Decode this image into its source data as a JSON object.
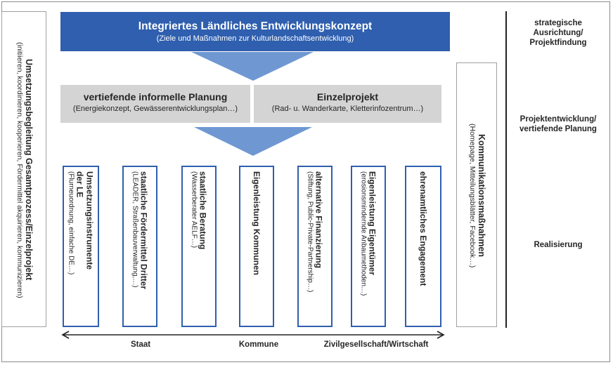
{
  "top": {
    "title": "Integriertes Ländliches Entwicklungskonzept",
    "subtitle": "(Ziele und Maßnahmen zur Kulturlandschaftsentwicklung)"
  },
  "middle": {
    "left_title": "vertiefende informelle Planung",
    "left_sub": "(Energiekonzept, Gewässerentwicklungsplan…)",
    "right_title": "Einzelprojekt",
    "right_sub": "(Rad- u. Wanderkarte, Kletterinfozentrum…)"
  },
  "left_side": {
    "title": "Umsetzungsbegleitung Gesamtprozess/Einzelprojekt",
    "sub": "(initiieren, koordinieren, kooperieren, Fördermittel akquirieren, kommunizieren)"
  },
  "right_side": {
    "title": "Kommunikationsmaßnahmen",
    "sub": "(Homepage, Mitteilungsblätter, Facebook…)"
  },
  "columns": [
    {
      "title_1": "Umsetzungsinstrumente",
      "title_2": "der LE",
      "sub_1": "(Flurneuordnung, einfache DE…)"
    },
    {
      "title_1": "staatliche Fördermittel Dritter",
      "sub_1": "(LEADER, Straßenbauverwaltung,…)"
    },
    {
      "title_1": "staatliche Beratung",
      "sub_1": "(Wasserberater AELF…)"
    },
    {
      "title_1": "Eigenleistung Kommunen"
    },
    {
      "title_1": "alternative Finanzierung",
      "sub_1": "(Stiftung, Public-Private-Partnership…)"
    },
    {
      "title_1": "Eigenleistung Eigentümer",
      "sub_1": "(erosionsmindernde Anbaumethoden…)"
    },
    {
      "title_1": "ehrenamtliches Engagement"
    }
  ],
  "phases": {
    "p1_l1": "strategische",
    "p1_l2": "Ausrichtung/",
    "p1_l3": "Projektfindung",
    "p2_l1": "Projektentwicklung/",
    "p2_l2": "vertiefende Planung",
    "p3_l1": "Realisierung"
  },
  "bottom": {
    "staat": "Staat",
    "kommune": "Kommune",
    "zivil": "Zivilgesellschaft/Wirtschaft"
  },
  "colors": {
    "blue": "#2f5fae",
    "triangle": "#6f98d3",
    "grey_box": "#d4d4d4",
    "side_border": "#a0a0a0"
  }
}
